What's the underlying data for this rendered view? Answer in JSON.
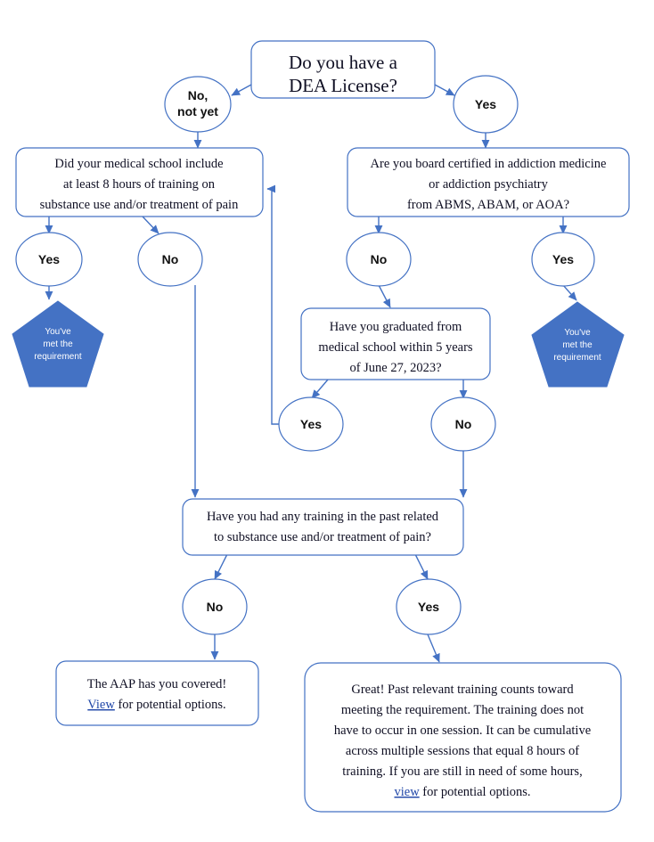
{
  "diagram": {
    "title": "DEA License Training Requirement Decision Flowchart",
    "accent_color": "#4472C4",
    "line_color": "#4472C4",
    "box_fill": "#ffffff",
    "pentagon_fill": "#4472C4",
    "link_color": "#2147A8"
  },
  "nodes": {
    "dea_question": {
      "type": "rounded-box",
      "lines": [
        "Do you have a",
        "DEA License?"
      ]
    },
    "no_not_yet": {
      "type": "circle",
      "lines": [
        "No,",
        "not yet"
      ]
    },
    "dea_yes": {
      "type": "circle",
      "lines": [
        "Yes"
      ]
    },
    "medical_school_question": {
      "type": "rounded-box",
      "lines": [
        "Did your medical school include",
        "at least 8 hours of training on",
        "substance use and/or treatment of pain"
      ]
    },
    "board_certified_question": {
      "type": "rounded-box",
      "lines": [
        "Are you board certified in addiction medicine",
        "or addiction psychiatry",
        "from ABMS, ABAM, or AOA?"
      ]
    },
    "med_school_yes": {
      "type": "circle",
      "lines": [
        "Yes"
      ]
    },
    "med_school_no": {
      "type": "circle",
      "lines": [
        "No"
      ]
    },
    "board_no": {
      "type": "circle",
      "lines": [
        "No"
      ]
    },
    "board_yes": {
      "type": "circle",
      "lines": [
        "Yes"
      ]
    },
    "pentagon_left": {
      "type": "pentagon",
      "lines": [
        "You've",
        "met the",
        "requirement"
      ]
    },
    "pentagon_right": {
      "type": "pentagon",
      "lines": [
        "You've",
        "met the",
        "requirement"
      ]
    },
    "graduated_question": {
      "type": "rounded-box",
      "lines": [
        "Have you graduated from",
        "medical school within 5 years",
        "of June 27, 2023?"
      ]
    },
    "graduated_yes": {
      "type": "circle",
      "lines": [
        "Yes"
      ]
    },
    "graduated_no": {
      "type": "circle",
      "lines": [
        "No"
      ]
    },
    "past_training_question": {
      "type": "rounded-box",
      "lines": [
        "Have you had any training in the past related",
        "to substance use and/or treatment of pain?"
      ]
    },
    "past_training_no": {
      "type": "circle",
      "lines": [
        "No"
      ]
    },
    "past_training_yes": {
      "type": "circle",
      "lines": [
        "Yes"
      ]
    },
    "aap_outcome": {
      "type": "rounded-box",
      "line1": "The AAP has you covered!",
      "line2_link": "View",
      "line2_rest": " for potential options."
    },
    "great_outcome": {
      "type": "rounded-box",
      "lines": [
        "Great! Past relevant training counts toward",
        "meeting the requirement. The training does not",
        "have to occur in one session. It can be cumulative",
        "across multiple sessions that equal 8 hours of",
        "training. If you are still in need of some hours,"
      ],
      "last_link": "view",
      "last_rest": " for potential options."
    }
  }
}
